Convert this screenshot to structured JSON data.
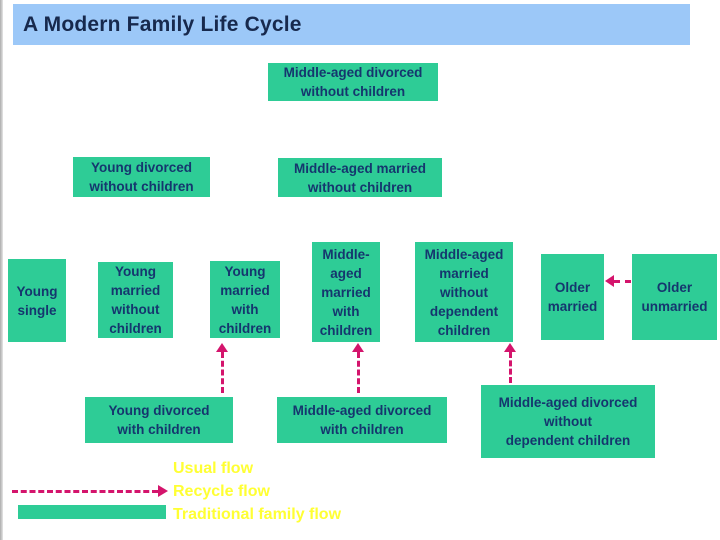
{
  "title": "A Modern Family Life Cycle",
  "nodes": {
    "ma_divorced_no_children": {
      "label": "Middle-aged divorced\nwithout children"
    },
    "young_divorced_no_children": {
      "label": "Young divorced\nwithout children"
    },
    "ma_married_no_children": {
      "label": "Middle-aged married\nwithout children"
    },
    "young_single": {
      "label": "Young\nsingle"
    },
    "young_married_no_children": {
      "label": "Young\nmarried\nwithout\nchildren"
    },
    "young_married_with_children": {
      "label": "Young\nmarried\nwith\nchildren"
    },
    "ma_married_with_children": {
      "label": "Middle-\naged\nmarried\nwith\nchildren"
    },
    "ma_married_no_dependent_children": {
      "label": "Middle-aged\nmarried\nwithout\ndependent\nchildren"
    },
    "older_married": {
      "label": "Older\nmarried"
    },
    "older_unmarried": {
      "label": "Older\nunmarried"
    },
    "young_divorced_with_children": {
      "label": "Young divorced\nwith children"
    },
    "ma_divorced_with_children": {
      "label": "Middle-aged divorced\nwith children"
    },
    "ma_divorced_no_dependent_children": {
      "label": "Middle-aged divorced\nwithout\ndependent children"
    }
  },
  "legend": {
    "items": [
      {
        "symbol": "none",
        "label": "Usual flow"
      },
      {
        "symbol": "dashed-arrow",
        "label": "Recycle flow"
      },
      {
        "symbol": "solid-green-bar",
        "label": "Traditional family flow"
      }
    ]
  },
  "colors": {
    "node_fill": "#2ecc96",
    "node_text": "#15366e",
    "title_bg": "#9cc8f8",
    "recycle_arrow": "#d4146c",
    "legend_text": "#ffff33"
  }
}
